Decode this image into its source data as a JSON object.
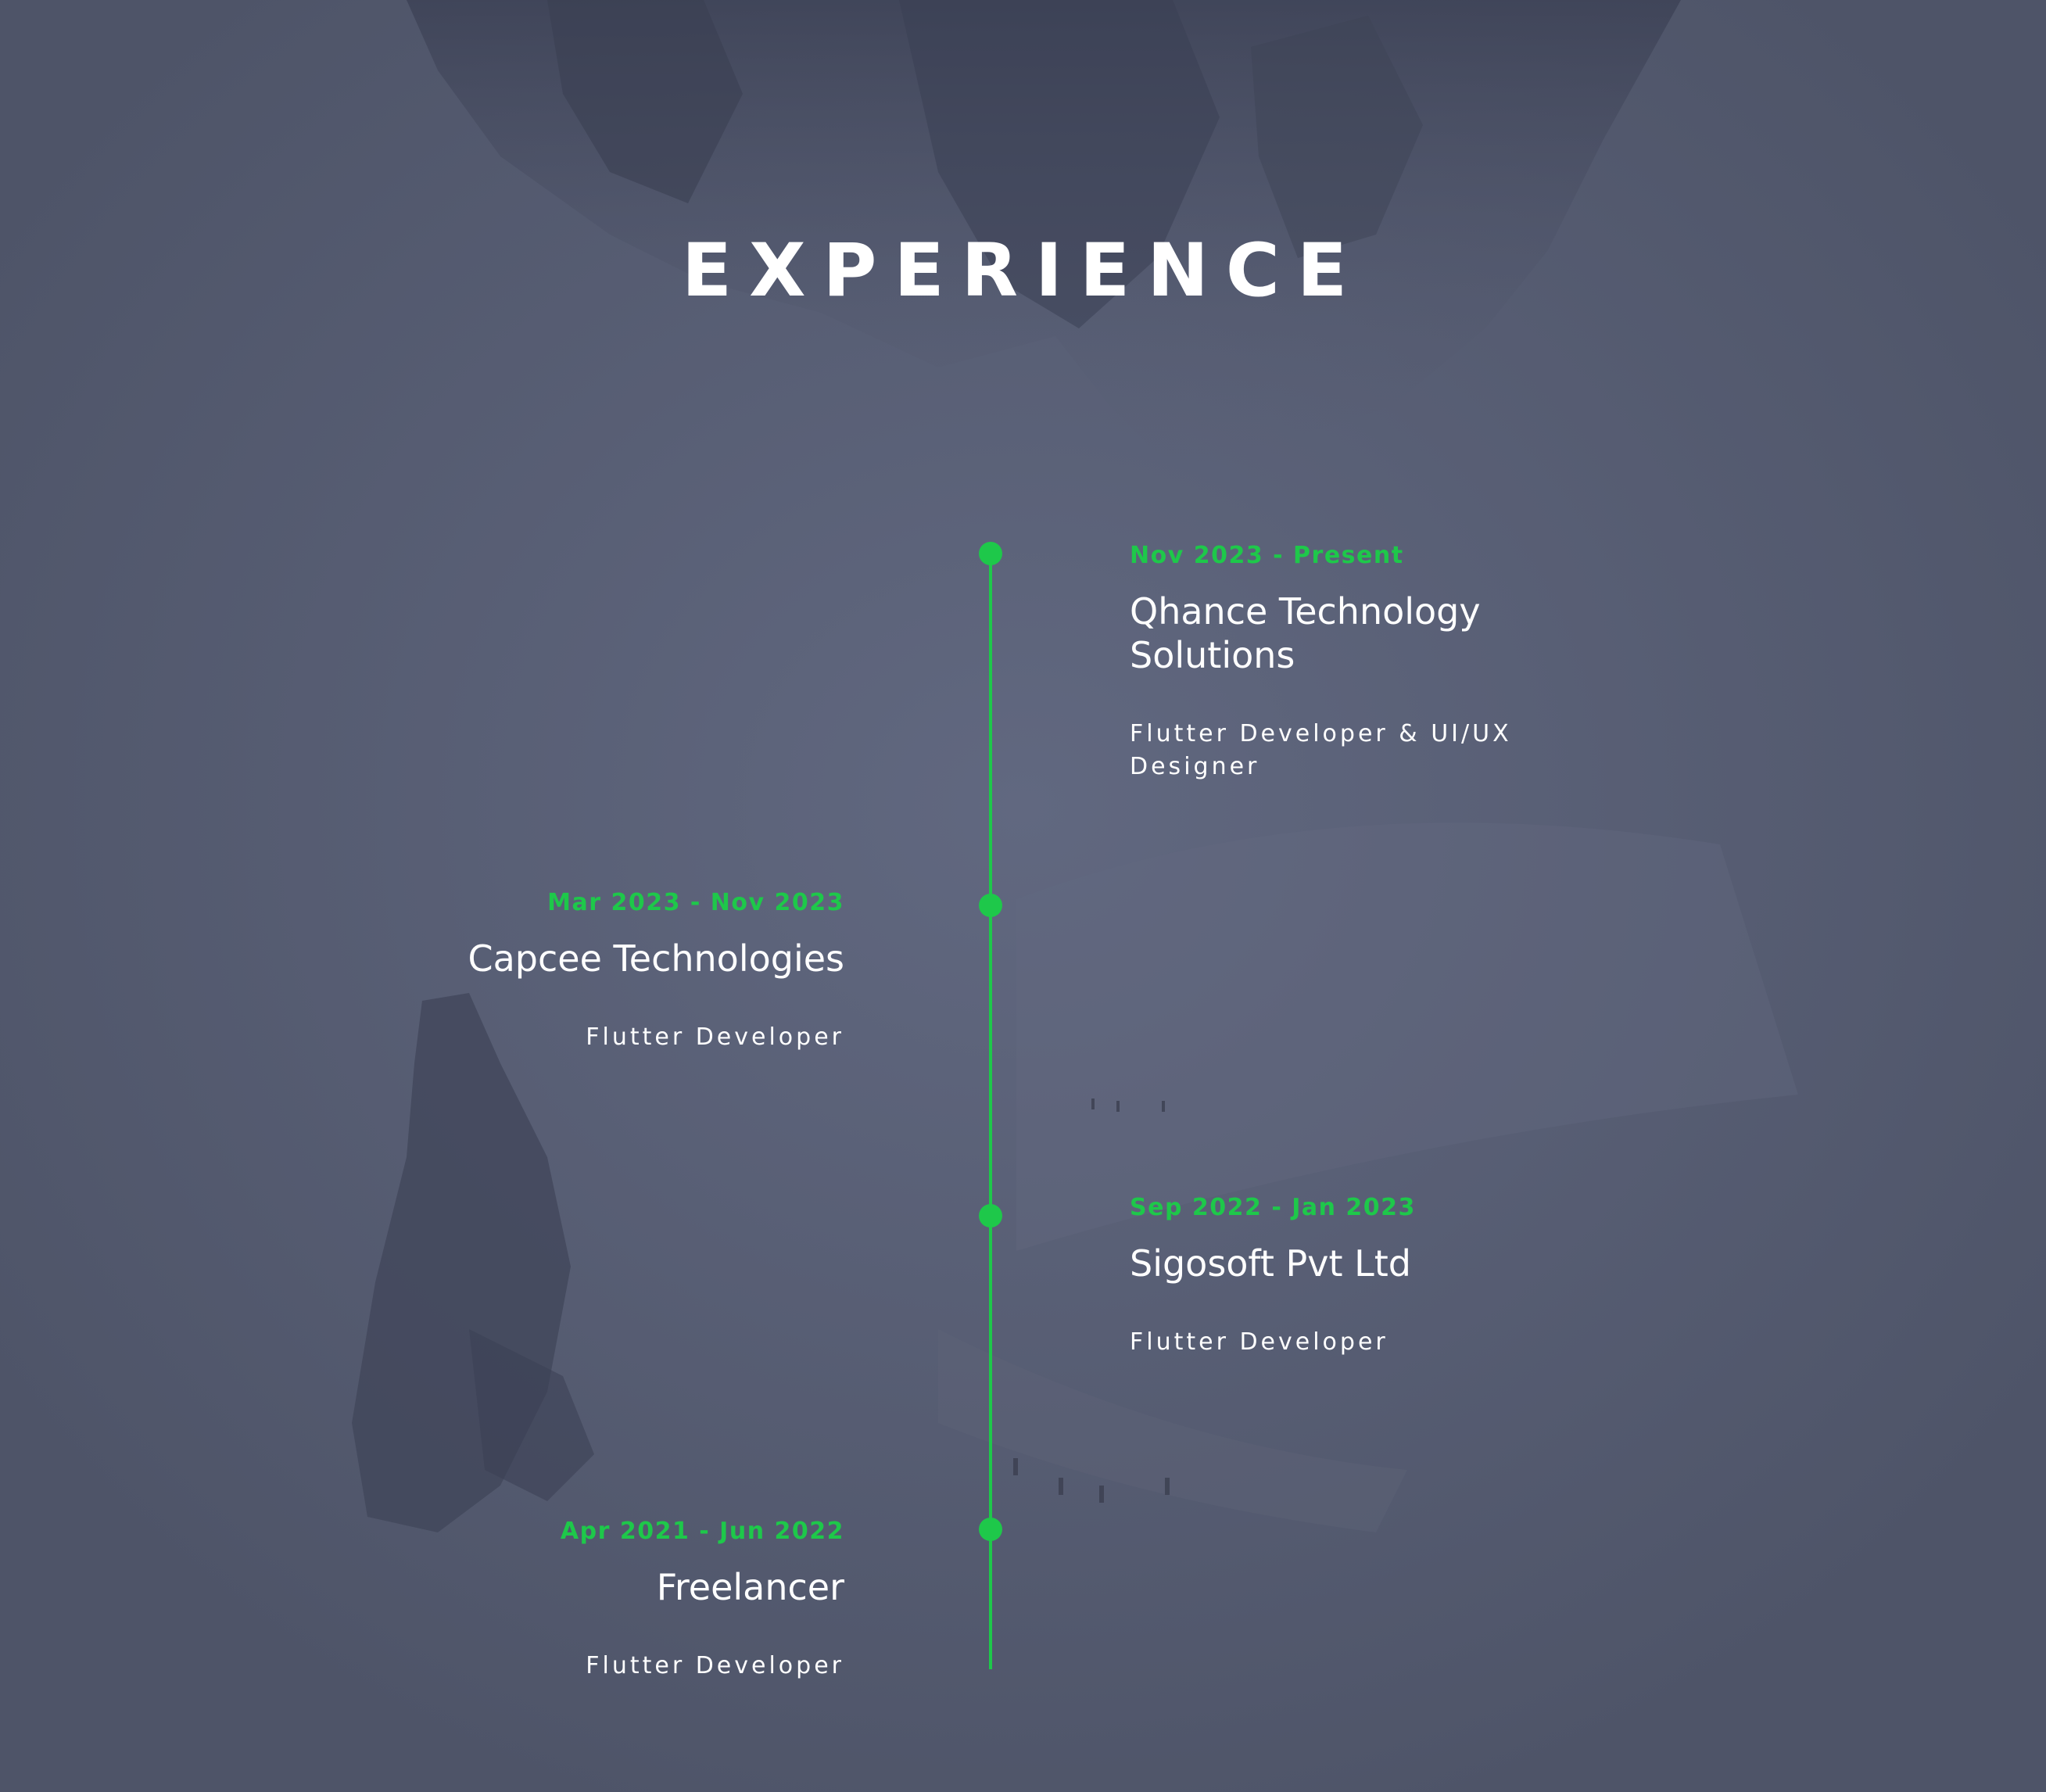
{
  "section": {
    "title": "EXPERIENCE"
  },
  "colors": {
    "accent": "#1ec84a",
    "background": "#545a6e",
    "text": "#ffffff"
  },
  "experience": [
    {
      "date": "Nov 2023 - Present",
      "company": "Qhance Technology Solutions",
      "role": "Flutter Developer & UI/UX Designer"
    },
    {
      "date": "Mar 2023 - Nov 2023",
      "company": "Capcee Technologies",
      "role": "Flutter Developer"
    },
    {
      "date": "Sep 2022 - Jan 2023",
      "company": "Sigosoft Pvt Ltd",
      "role": "Flutter Developer"
    },
    {
      "date": "Apr 2021 - Jun 2022",
      "company": "Freelancer",
      "role": "Flutter Developer"
    }
  ]
}
